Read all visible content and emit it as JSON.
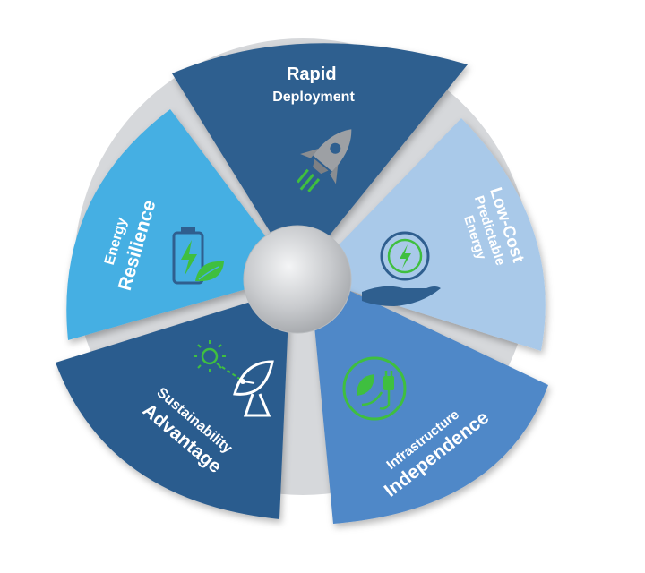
{
  "wheel": {
    "segments": [
      {
        "id": "rapid-deployment",
        "line1": "Rapid",
        "line2": "Deployment",
        "color": "#2f5f8f",
        "icon": "rocket-icon"
      },
      {
        "id": "low-cost",
        "line1": "Low-Cost",
        "line2": "Predictable",
        "line3": "Energy",
        "color": "#a9c9e9",
        "icon": "energy-hand-icon"
      },
      {
        "id": "infrastructure-independence",
        "line1": "Infrastructure",
        "line2": "Independence",
        "color": "#4f88c8",
        "icon": "plug-leaf-icon"
      },
      {
        "id": "sustainability-advantage",
        "line1": "Sustainability",
        "line2": "Advantage",
        "color": "#2b5c8e",
        "icon": "satellite-sun-icon"
      },
      {
        "id": "energy-resilience",
        "line1": "Energy",
        "line2": "Resilience",
        "color": "#45afe3",
        "icon": "battery-leaf-icon"
      }
    ],
    "hub_color": "#c4c6c9",
    "ring_color": "#d6d8db",
    "accent_green": "#3fbf3f"
  }
}
